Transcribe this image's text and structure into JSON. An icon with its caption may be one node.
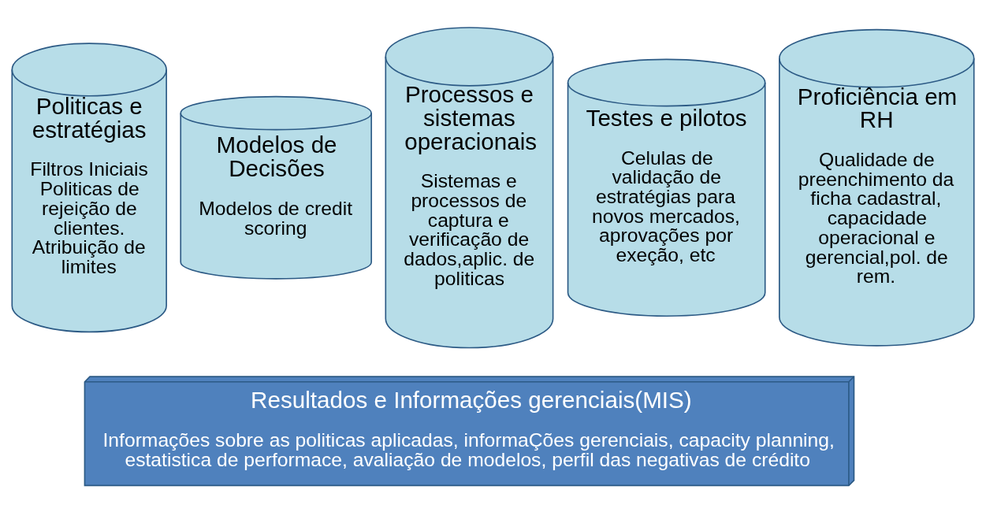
{
  "diagram": {
    "nodes": [
      {
        "text": [
          "Politicas e estratégias",
          "Filtros Iniciais Politicas de rejeição de clientes. Atribuição de limites"
        ]
      },
      {
        "text": [
          "Modelos de Decisões",
          "Modelos de credit scoring"
        ]
      },
      {
        "text": [
          "Processos e sistemas operacionais",
          "Sistemas e processos de captura e verificação de dados,aplic. de politicas"
        ]
      },
      {
        "text": [
          "Testes e pilotos",
          "Celulas de validação de estratégias para novos mercados, aprovações por exeção, etc"
        ]
      },
      {
        "text": [
          "Proficiência em RH",
          "Qualidade de preenchimento da ficha cadastral, capacidade operacional e gerencial,pol. de rem."
        ]
      },
      {
        "text": [
          "Resultados e Informações gerenciais(MIS)",
          "Informações sobre as politicas aplicadas, informaÇões gerenciais, capacity planning, estatistica de performace, avaliação de modelos, perfil das negativas de crédito"
        ]
      }
    ],
    "edges": []
  }
}
